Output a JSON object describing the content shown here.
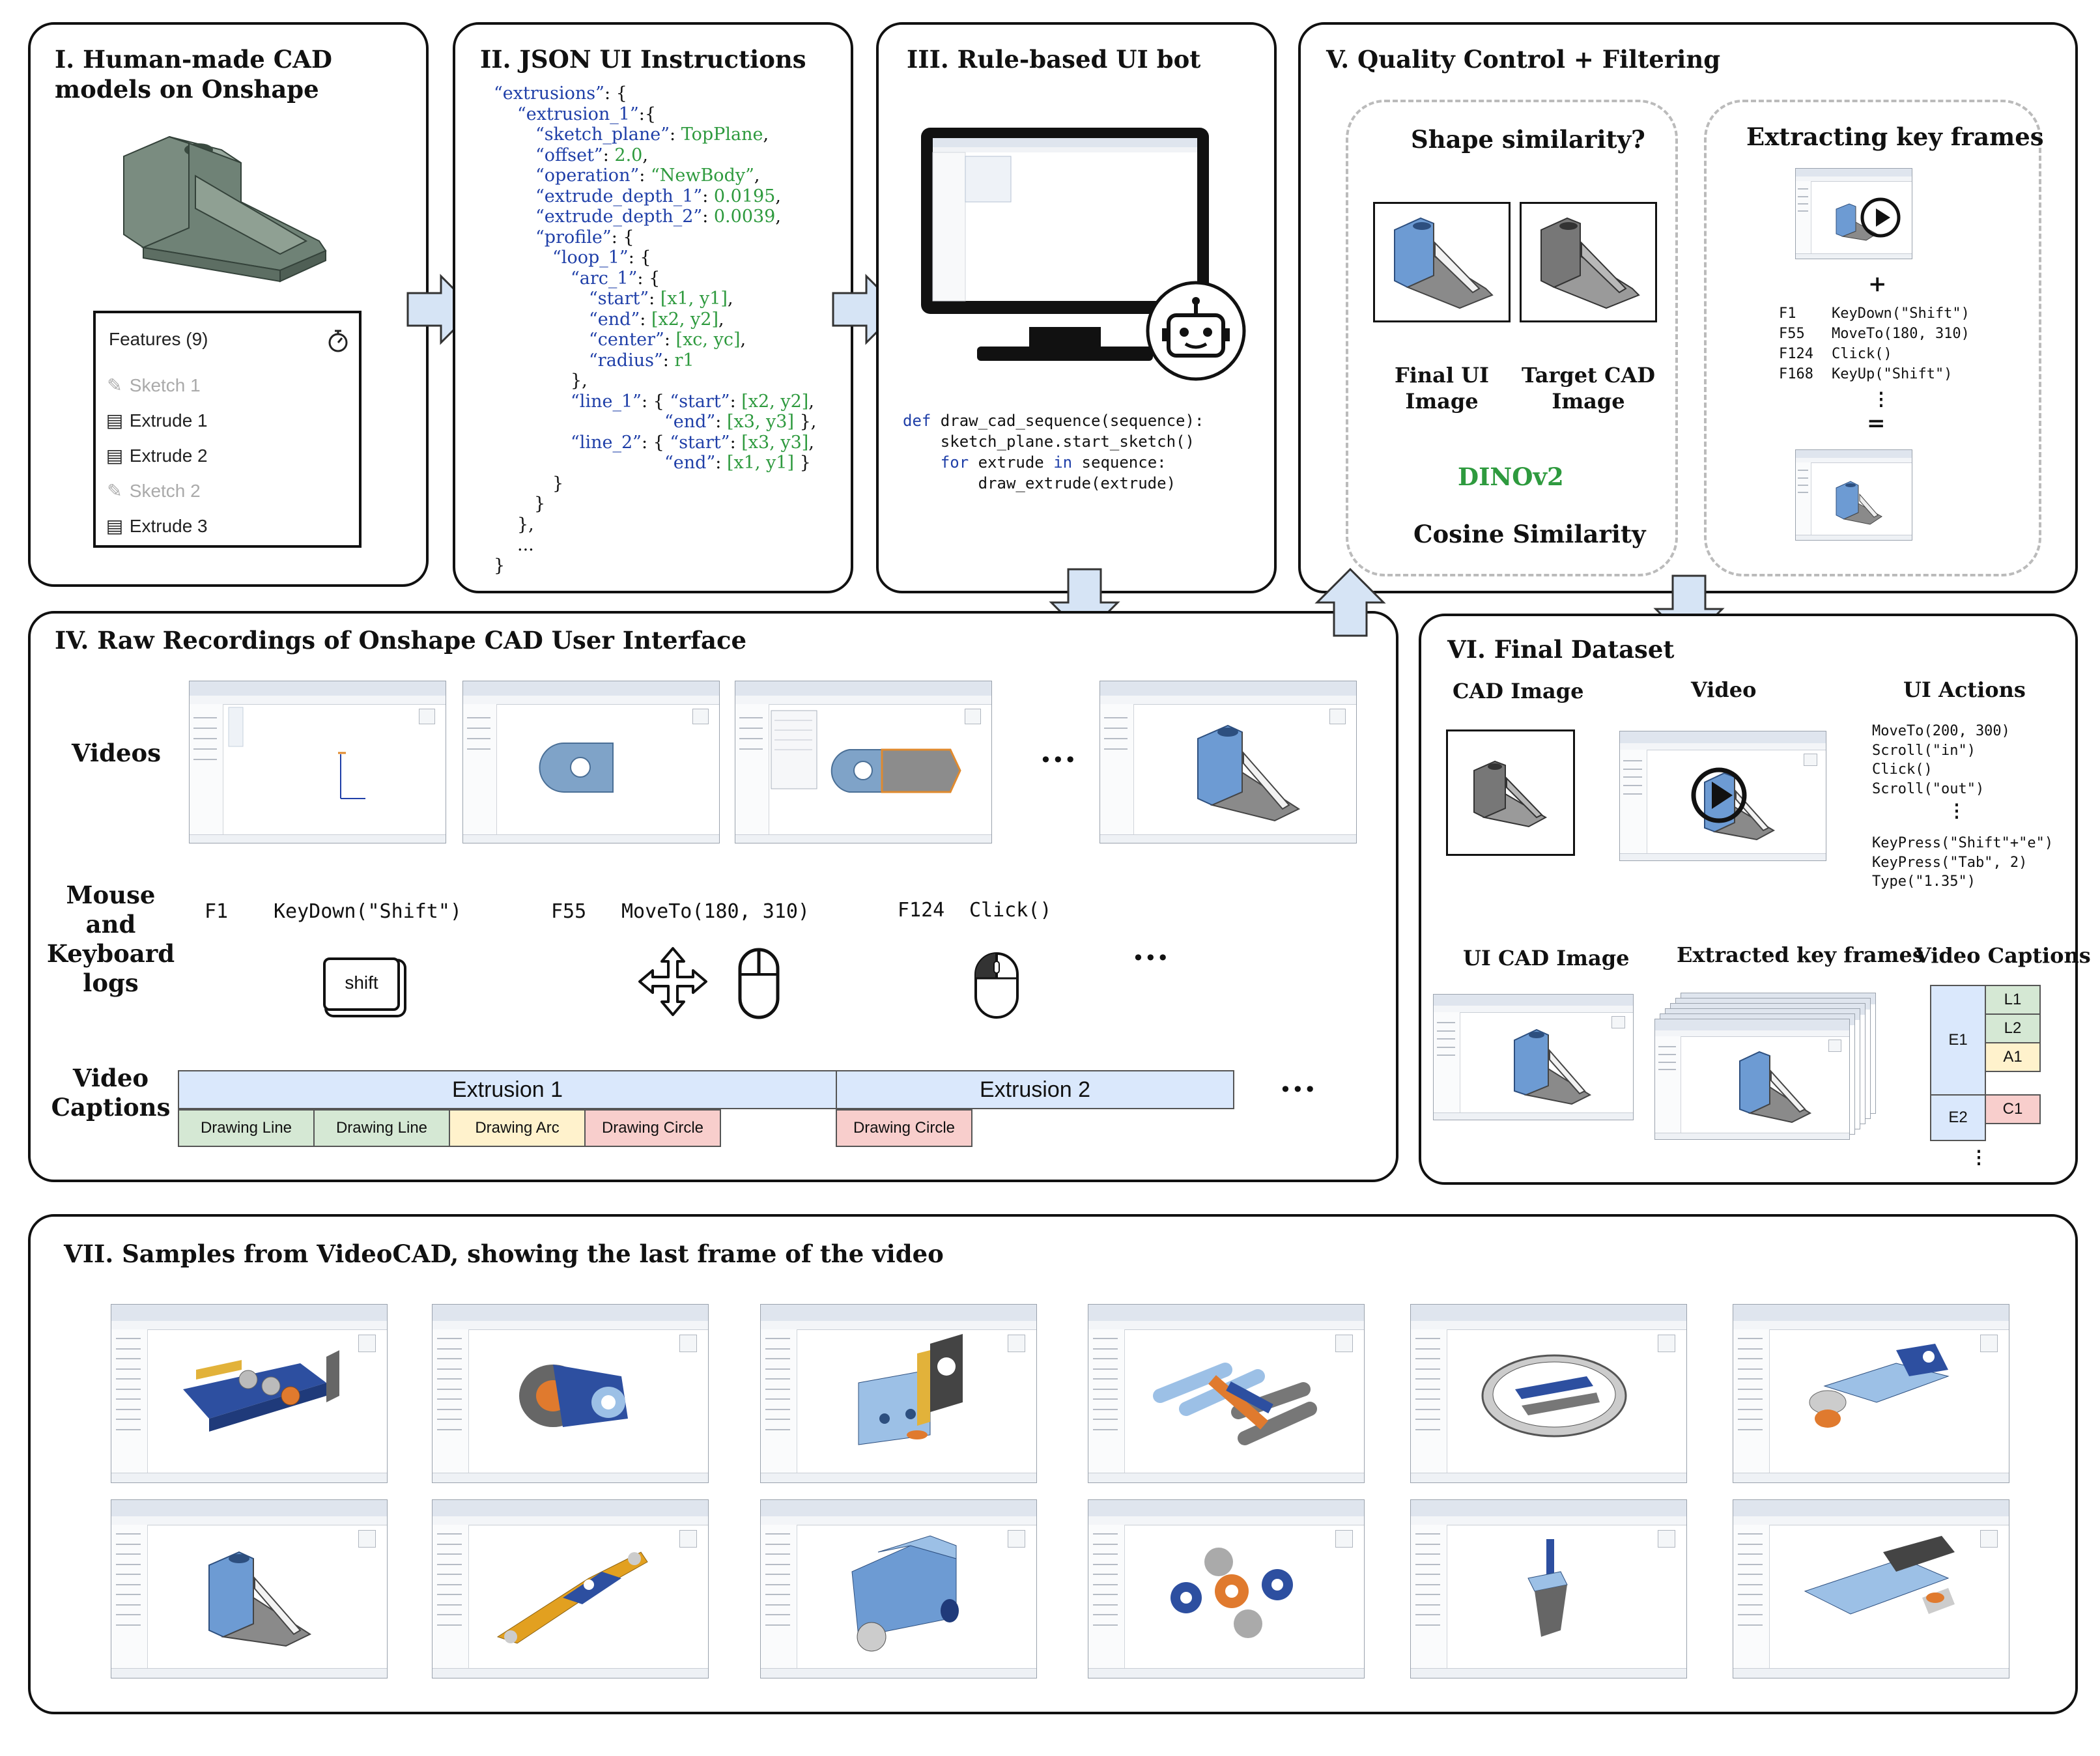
{
  "panel1": {
    "title": "I. Human-made CAD models on Onshape",
    "features_title": "Features (9)",
    "features": [
      "Sketch 1",
      "Extrude 1",
      "Extrude 2",
      "Sketch 2",
      "Extrude 3"
    ]
  },
  "panel2": {
    "title": "II. JSON UI Instructions",
    "json": {
      "l1a": "“extrusions”",
      "l1b": ": {",
      "l2a": "“extrusion_1”",
      "l2b": ":{",
      "l3a": "“sketch_plane”",
      "l3b": ": ",
      "l3c": "TopPlane",
      "l3d": ",",
      "l4a": "“offset”",
      "l4b": ": ",
      "l4c": "2.0",
      "l4d": ",",
      "l5a": "“operation”",
      "l5b": ": ",
      "l5c": "“NewBody”",
      "l5d": ",",
      "l6a": "“extrude_depth_1”",
      "l6b": ": ",
      "l6c": "0.0195",
      "l6d": ",",
      "l7a": "“extrude_depth_2”",
      "l7b": ": ",
      "l7c": "0.0039",
      "l7d": ",",
      "l8a": "“profile”",
      "l8b": ": {",
      "l9a": "“loop_1”",
      "l9b": ": {",
      "l10a": "“arc_1”",
      "l10b": ": {",
      "l11a": "“start”",
      "l11b": ": ",
      "l11c": "[x1, y1]",
      "l11d": ",",
      "l12a": "“end”",
      "l12b": ": ",
      "l12c": "[x2, y2]",
      "l12d": ",",
      "l13a": "“center”",
      "l13b": ": ",
      "l13c": "[xc, yc]",
      "l13d": ",",
      "l14a": "“radius”",
      "l14b": ": ",
      "l14c": "r1",
      "l15": "},",
      "l16a": "“line_1”",
      "l16b": ": { ",
      "l16c": "“start”",
      "l16d": ": ",
      "l16e": "[x2, y2]",
      "l16f": ",",
      "l17a": "“end”",
      "l17b": ": ",
      "l17c": "[x3, y3]",
      "l17d": " },",
      "l18a": "“line_2”",
      "l18b": ": { ",
      "l18c": "“start”",
      "l18d": ": ",
      "l18e": "[x3, y3]",
      "l18f": ",",
      "l19a": "“end”",
      "l19b": ": ",
      "l19c": "[x1, y1]",
      "l19d": " }",
      "l20": "}",
      "l21": "}",
      "l22": "},",
      "l23": "...",
      "l24": "}"
    }
  },
  "panel3": {
    "title": "III. Rule-based UI bot",
    "code": {
      "l1a": "def",
      "l1b": " draw_cad_sequence(sequence):",
      "l2": "    sketch_plane.start_sketch()",
      "l3a": "    for",
      "l3b": " extrude ",
      "l3c": "in",
      "l3d": " sequence:",
      "l4": "        draw_extrude(extrude)"
    }
  },
  "panel4": {
    "title": "IV. Raw Recordings of Onshape CAD User Interface",
    "videos_label": "Videos",
    "logs_label_1": "Mouse and",
    "logs_label_2": "Keyboard",
    "logs_label_3": "logs",
    "log1_frame": "F1",
    "log1_action": "KeyDown(\"Shift\")",
    "log2_frame": "F55",
    "log2_action": "MoveTo(180, 310)",
    "log3_frame": "F124",
    "log3_action": "Click()",
    "shift_key": "shift",
    "captions_label_1": "Video",
    "captions_label_2": "Captions",
    "extrusion1": "Extrusion 1",
    "extrusion2": "Extrusion 2",
    "cap1": "Drawing Line",
    "cap2": "Drawing Line",
    "cap3": "Drawing Arc",
    "cap4": "Drawing Circle",
    "cap5": "Drawing Circle",
    "ellipsis": "•••"
  },
  "panel5": {
    "title": "V. Quality Control + Filtering",
    "shape_similarity": "Shape similarity?",
    "final_ui_1": "Final UI",
    "final_ui_2": "Image",
    "target_cad_1": "Target CAD",
    "target_cad_2": "Image",
    "dinov2": "DINOv2",
    "cosine": "Cosine Similarity",
    "key_frames_title": "Extracting key frames",
    "plus": "+",
    "equals": "=",
    "vdots": "⋮",
    "log_frames": [
      "F1",
      "F55",
      "F124",
      "F168"
    ],
    "log_actions": [
      "KeyDown(\"Shift\")",
      "MoveTo(180, 310)",
      "Click()",
      "KeyUp(\"Shift\")"
    ]
  },
  "panel6": {
    "title": "VI. Final Dataset",
    "cad_image": "CAD Image",
    "video": "Video",
    "ui_actions": "UI Actions",
    "actions": [
      "MoveTo(200, 300)",
      "Scroll(\"in\")",
      "Click()",
      "Scroll(\"out\")"
    ],
    "actions2": [
      "KeyPress(\"Shift\"+\"e\")",
      "KeyPress(\"Tab\", 2)",
      "Type(\"1.35\")"
    ],
    "vdots": "⋮",
    "ui_cad_image": "UI CAD Image",
    "extracted_key_frames": "Extracted key frames",
    "video_captions": "Video Captions",
    "e1": "E1",
    "e2": "E2",
    "l1": "L1",
    "l2": "L2",
    "a1": "A1",
    "c1": "C1"
  },
  "panel7": {
    "title": "VII. Samples from VideoCAD, showing the last frame of the video"
  },
  "colors": {
    "arrow_fill": "#d6e4f5",
    "caption_green": "#d5e8d4",
    "caption_yellow": "#fff2cc",
    "caption_red": "#f8cecc",
    "caption_blue": "#dae8fc",
    "json_key": "#1f3fa8",
    "json_value": "#2e9a3e"
  }
}
